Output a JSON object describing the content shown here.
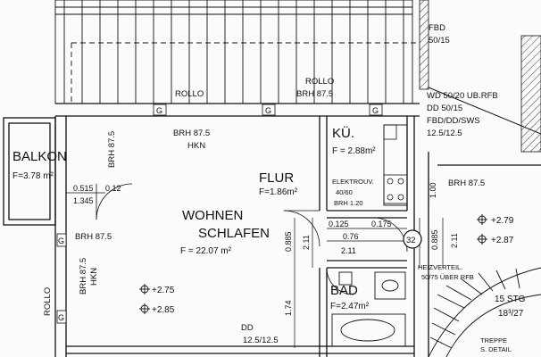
{
  "colors": {
    "line": "#111111",
    "paper": "#fbfbfb",
    "hatch": "#333333"
  },
  "top_block": {
    "rollo_left": "ROLLO",
    "rollo_right": "ROLLO",
    "brh_right": "BRH 87.5",
    "fbd": "FBD",
    "fbd_size": "50/15"
  },
  "right_notes": {
    "wd": "WD 50/20 UB.RFB",
    "dd": "DD 50/15",
    "fbd_dd_sws": "FBD/DD/SWS",
    "size": "12.5/12.5",
    "brh": "BRH 87.5",
    "lev1": "+2.79",
    "lev2": "+2.87",
    "heiz1": "HEIZVERTEIL.",
    "heiz2": "50/75 ÜBER RFB",
    "stairs1": "15 STG",
    "stairs2": "18³/27",
    "treppe1": "TREPPE",
    "treppe2": "S. DETAIL"
  },
  "balkon": {
    "name": "BALKON",
    "area": "F=3.78 m²",
    "d1": "0.515",
    "d2": "0.12",
    "d3": "1.345",
    "brh_side": "BRH 87.5",
    "brh_under": "BRH 87.5"
  },
  "left_wall": {
    "rollo": "ROLLO",
    "brh": "BRH 87.5",
    "hkn": "HKN"
  },
  "wohnen": {
    "name1": "WOHNEN",
    "name2": "SCHLAFEN",
    "area": "F  =  22.07 m²",
    "brh": "BRH 87.5",
    "hkn": "HKN",
    "lev1": "+2.75",
    "lev2": "+2.85",
    "dd": "DD",
    "dd_size": "12.5/12.5"
  },
  "flur": {
    "name": "FLUR",
    "area": "F=1.86m²"
  },
  "kueche": {
    "name": "KÜ.",
    "area": "F  =  2.88m²",
    "elektro": "ELEKTROUV.",
    "elektro_size": "40/60",
    "elektro_brh": "BRH 1.20",
    "dim_side": "1.00"
  },
  "bad": {
    "name": "BAD",
    "area": "F=2.47m²",
    "badge": "32"
  },
  "dims": {
    "d0125": "0.125",
    "d076": "0.76",
    "d0175": "0.175",
    "d211a": "2.11",
    "d211b": "2.11",
    "d211c": "2.11",
    "d0885a": "0.885",
    "d0885b": "0.885",
    "d174": "1.74"
  },
  "window_marks": [
    "G",
    "G",
    "G",
    "G",
    "G"
  ]
}
